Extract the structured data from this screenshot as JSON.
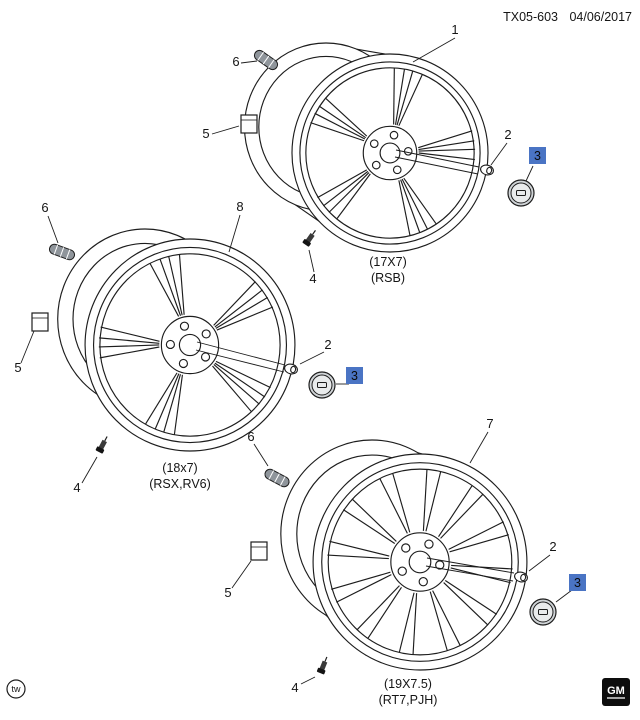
{
  "header": {
    "doc_number": "TX05-603",
    "date": "04/06/2017"
  },
  "wheels": [
    {
      "callout": "1",
      "size_label": "(17X7)",
      "code_label": "(RSB)"
    },
    {
      "callout": "8",
      "size_label": "(18x7)",
      "code_label": "(RSX,RV6)"
    },
    {
      "callout": "7",
      "size_label": "(19X7.5)",
      "code_label": "(RT7,PJH)"
    }
  ],
  "part_callouts": {
    "lug_nut": "2",
    "center_cap": "3",
    "valve_stem": "4",
    "clip_weight": "5",
    "adhesive_weight": "6"
  },
  "footer": {
    "illustrator_mark": "tw",
    "brand_mark": "GM"
  },
  "colors": {
    "highlight": "#4a74c4",
    "line": "#1d1d1d",
    "background": "#ffffff"
  }
}
